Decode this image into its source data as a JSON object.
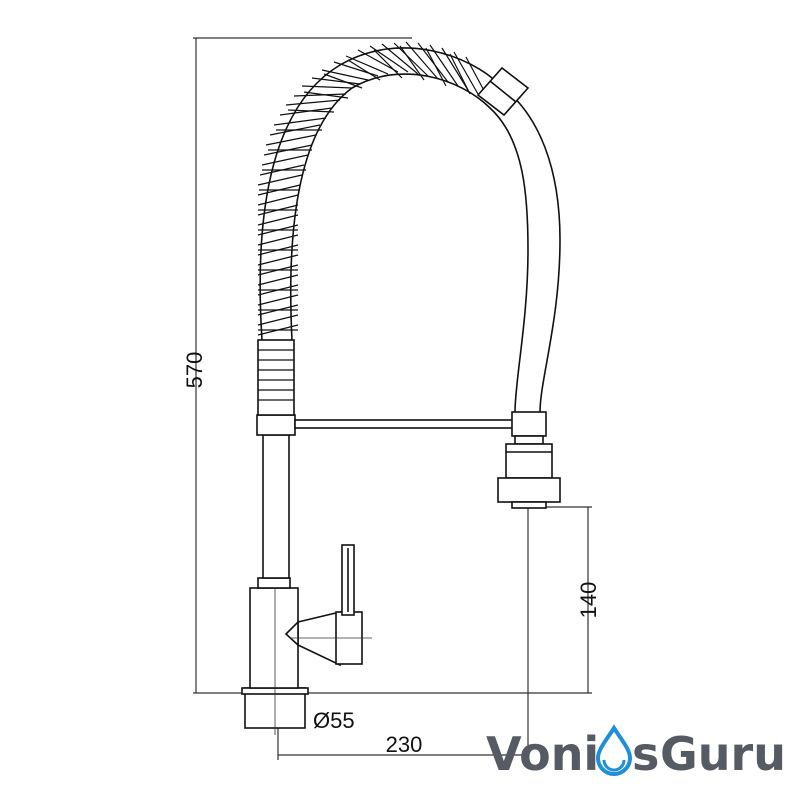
{
  "dimensions": {
    "height_total": "570",
    "spout_height": "140",
    "base_diameter": "Ø55",
    "reach": "230"
  },
  "logo": {
    "part1": "Voni",
    "part2": "s",
    "part3": "Guru",
    "text_color": "#555a63",
    "accent_color": "#1f8fd6"
  },
  "colors": {
    "line": "#111111",
    "dim_line": "#333333"
  }
}
